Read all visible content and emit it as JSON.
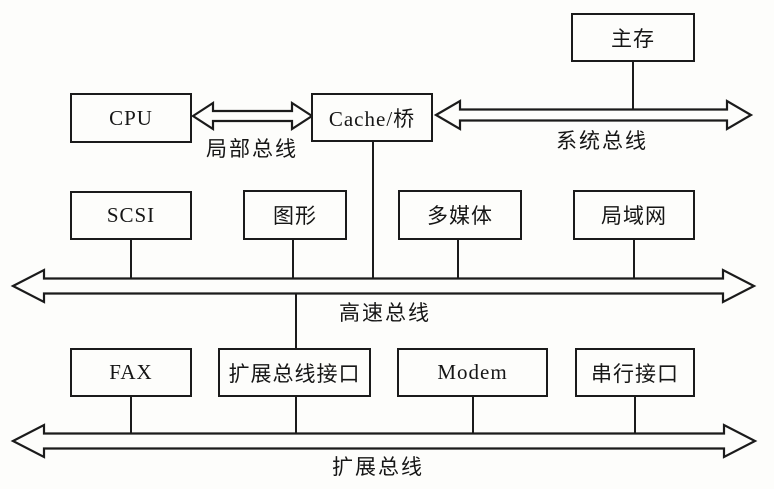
{
  "diagram": {
    "title_implicit": "",
    "nodes": {
      "main_memory": "主存",
      "cpu": "CPU",
      "cache_bridge": "Cache/桥",
      "scsi": "SCSI",
      "graphics": "图形",
      "multimedia": "多媒体",
      "lan": "局域网",
      "fax": "FAX",
      "expansion_bus_interface": "扩展总线接口",
      "modem": "Modem",
      "serial_interface": "串行接口"
    },
    "buses": {
      "local_bus": "局部总线",
      "system_bus": "系统总线",
      "high_speed_bus": "高速总线",
      "expansion_bus": "扩展总线"
    },
    "colors": {
      "line": "#1b1b1b",
      "background": "#fdfdfb"
    }
  }
}
